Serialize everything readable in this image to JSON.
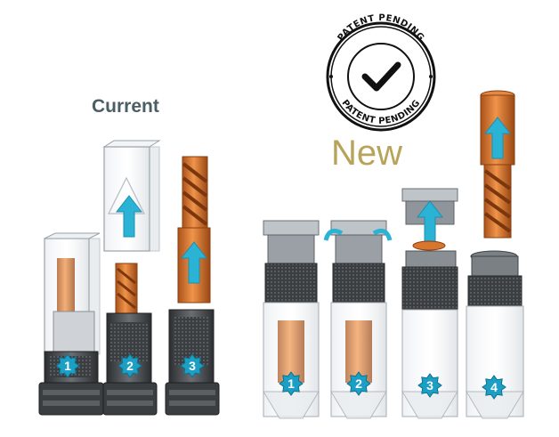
{
  "labels": {
    "current": "Current",
    "new": "New"
  },
  "seal": {
    "top_text": "PATENT PENDING",
    "bottom_text": "PATENT PENDING",
    "icon": "check-icon"
  },
  "current_steps": [
    "1",
    "2",
    "3"
  ],
  "new_steps": [
    "1",
    "2",
    "3",
    "4"
  ],
  "colors": {
    "current_label": "#4a5e66",
    "new_label": "#b8a35a",
    "copper": "#d9762e",
    "arrow": "#2bb3d6",
    "badge": "#1b9fc4",
    "dark_metal": "#3a3d40"
  }
}
